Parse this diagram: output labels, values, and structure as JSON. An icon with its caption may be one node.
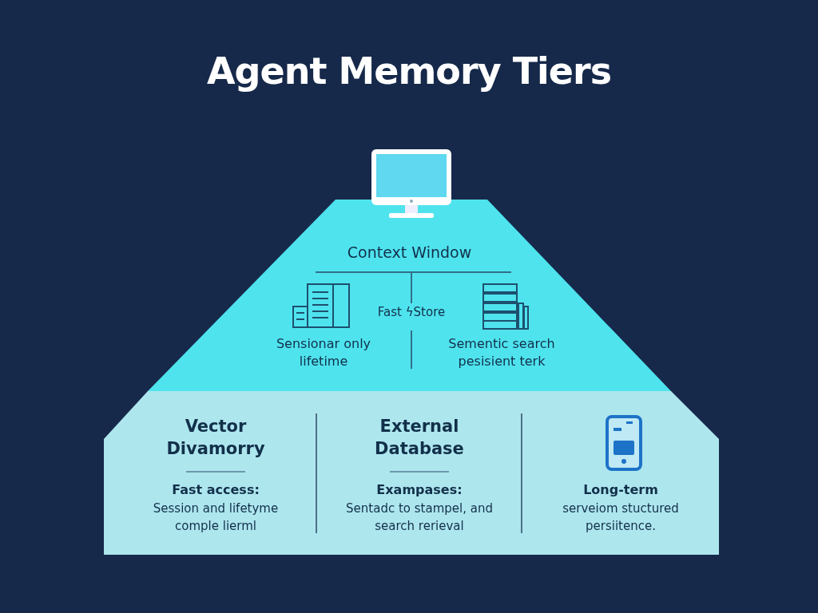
{
  "diagram": {
    "title": "Agent Memory Tiers",
    "nodes": [
      {
        "text": [
          "Context Window"
        ]
      },
      {
        "text": [
          "Sensionar only lifetime"
        ],
        "in": 0
      },
      {
        "text": [
          "Fast ϟStore"
        ],
        "in": 0
      },
      {
        "text": [
          "Sementic search pesisient terk"
        ],
        "in": 0
      },
      {
        "text": [
          "Vector Divamorry",
          "Fast access:",
          "Session and lifetyme comple lierml"
        ]
      },
      {
        "text": [
          "External Database",
          "Exampases:",
          "Sentadc to stampel, and search rerieval"
        ]
      },
      {
        "text": [
          "Long-term",
          "serveiom stuctured persiitence."
        ]
      }
    ]
  }
}
